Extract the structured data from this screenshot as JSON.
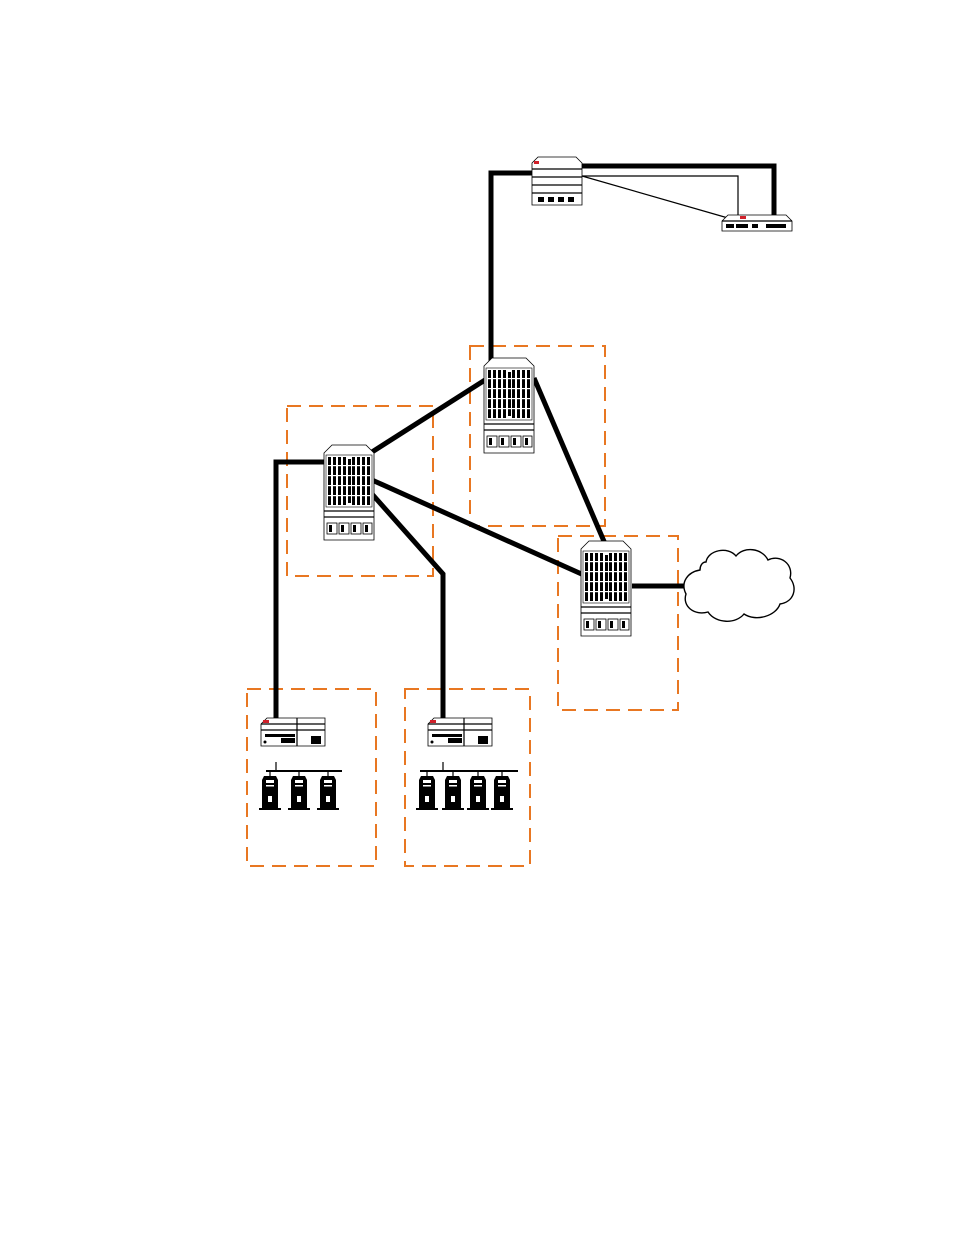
{
  "colors": {
    "zone_border": "#E87722",
    "link": "#000000",
    "device_accent": "#D0202A",
    "background": "#FFFFFF"
  },
  "zones": [
    {
      "id": "zone-core-top"
    },
    {
      "id": "zone-core-left"
    },
    {
      "id": "zone-core-right"
    },
    {
      "id": "zone-access-left"
    },
    {
      "id": "zone-access-right"
    }
  ],
  "devices": [
    {
      "id": "top-router",
      "icon": "router-chassis-icon"
    },
    {
      "id": "rack-unit",
      "icon": "rackmount-device-icon"
    },
    {
      "id": "core-switch-top",
      "icon": "chassis-switch-icon"
    },
    {
      "id": "core-switch-left",
      "icon": "chassis-switch-icon"
    },
    {
      "id": "core-switch-right",
      "icon": "chassis-switch-icon"
    },
    {
      "id": "access-switch-left",
      "icon": "stackable-switch-icon",
      "servers": 3
    },
    {
      "id": "access-switch-right",
      "icon": "stackable-switch-icon",
      "servers": 4
    },
    {
      "id": "wan-cloud",
      "icon": "cloud-icon"
    }
  ]
}
